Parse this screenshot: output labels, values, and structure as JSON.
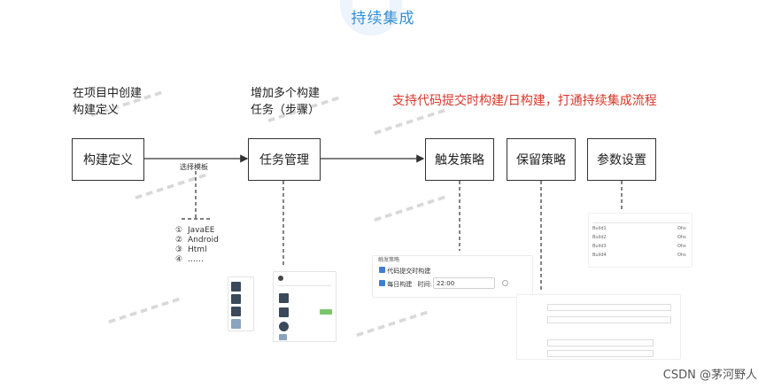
{
  "header": {
    "title": "持续集成"
  },
  "notes": {
    "left": [
      "在项目中创建",
      "构建定义"
    ],
    "middle": [
      "增加多个构建",
      "任务（步骤）"
    ],
    "right": "支持代码提交时构建/日构建，打通持续集成流程"
  },
  "nodes": {
    "build_definition": "构建定义",
    "task_management": "任务管理",
    "trigger_strategy": "触发策略",
    "retention_strategy": "保留策略",
    "parameter_settings": "参数设置"
  },
  "template": {
    "label": "选择模板",
    "items": [
      {
        "num": "①",
        "text": "JavaEE"
      },
      {
        "num": "②",
        "text": "Android"
      },
      {
        "num": "③",
        "text": "Html"
      },
      {
        "num": "④",
        "text": "……"
      }
    ]
  },
  "trigger_panel": {
    "title": "触发策略",
    "commit_label": "代码提交时构建",
    "daily_label": "每日构建",
    "time_label": "时间:",
    "time_value": "22:00"
  },
  "param_panel": {
    "rows": [
      "Build1",
      "Build2",
      "Build3",
      "Build4"
    ],
    "value": "Ohs"
  },
  "credit": "CSDN @茅河野人"
}
